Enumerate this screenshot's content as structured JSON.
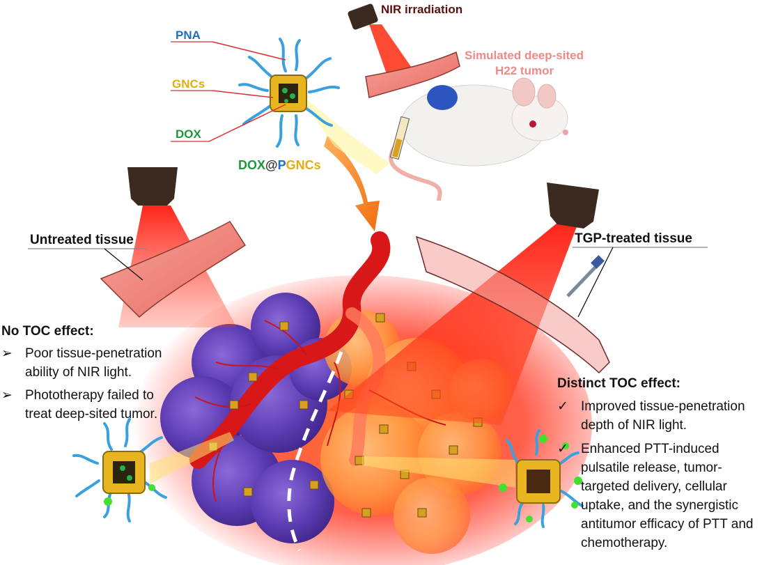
{
  "labels": {
    "pna": "PNA",
    "gncs": "GNCs",
    "dox": "DOX",
    "nir": "NIR irradiation",
    "tumor_line1": "Simulated deep-sited",
    "tumor_line2": "H22 tumor",
    "formula": {
      "part1": "DOX",
      "part2": "@",
      "part3": "P",
      "part4": "GNCs"
    },
    "untreated": "Untreated tissue",
    "tgp": "TGP-treated tissue"
  },
  "left_panel": {
    "heading": "No TOC effect:",
    "bullet_icon": "arrow-bullet-icon",
    "items": [
      {
        "lines": [
          "Poor tissue-penetration",
          "ability of NIR light."
        ]
      },
      {
        "lines": [
          "Phototherapy failed to",
          "treat deep-sited tumor."
        ]
      }
    ]
  },
  "right_panel": {
    "heading": "Distinct TOC effect:",
    "bullet_icon": "checkmark-icon",
    "items": [
      {
        "lines": [
          "Improved tissue-penetration",
          "depth of NIR light."
        ]
      },
      {
        "lines": [
          "Enhanced PTT-induced",
          "pulsatile release, tumor-",
          "targeted delivery, cellular",
          "uptake, and the synergistic",
          "antitumor efficacy of PTT and",
          "chemotherapy."
        ]
      }
    ]
  },
  "colors": {
    "pna": "#1f6fc0",
    "gncs": "#e3ad10",
    "dox": "#1a9a3a",
    "nir": "#5a1010",
    "tumor_label": "#ee8a86",
    "formula_at": "#333333",
    "leader_line": "#d83030",
    "laser": "#ff2a10",
    "tissue": "#f28a80"
  }
}
